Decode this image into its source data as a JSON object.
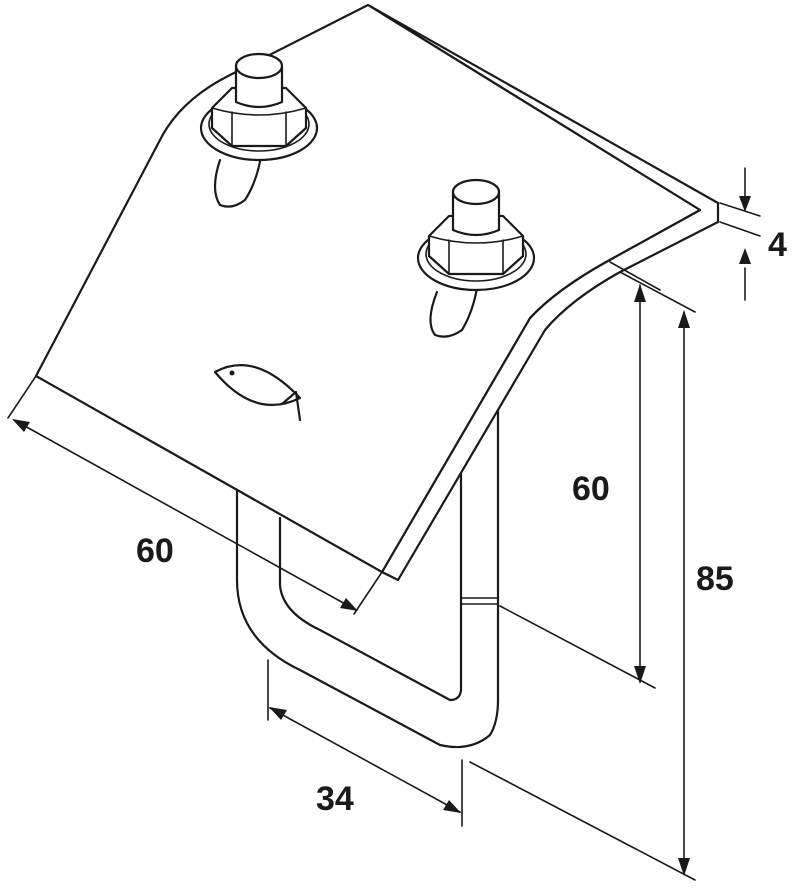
{
  "dimensions": {
    "plate_thickness": "4",
    "plate_width": "60",
    "drop_height": "60",
    "total_height": "85",
    "ubolt_width": "34"
  }
}
